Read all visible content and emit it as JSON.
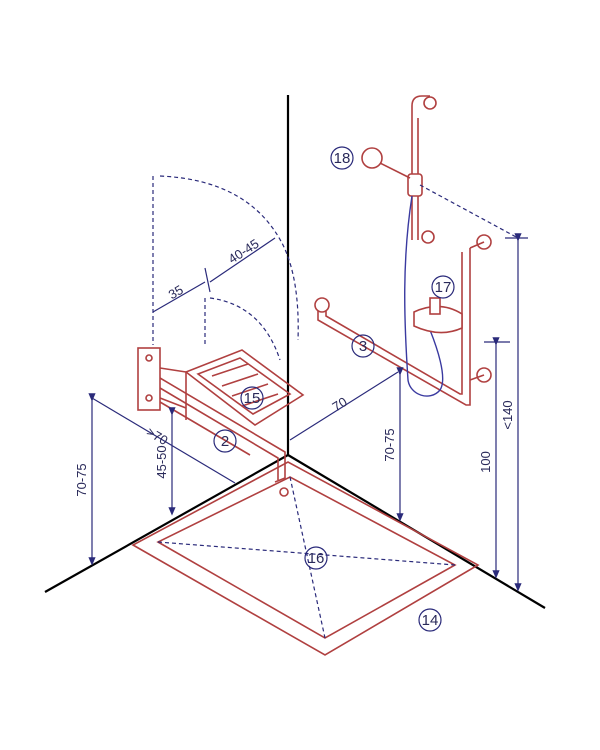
{
  "labels": {
    "seat": "15",
    "grab_bar_fold": "2",
    "grab_bar_wall": "3",
    "tray": "16",
    "floor": "14",
    "mixer": "17",
    "shower_head": "18"
  },
  "dimensions": {
    "seat_height_outer": "70-75",
    "seat_height_inner": "45-50",
    "seat_reach": ">70",
    "seat_width": "35",
    "seat_gap": "40-45",
    "bar_from_corner": "70",
    "bar_height": "70-75",
    "vertical_bar": "100",
    "shower_height": "<140"
  },
  "colors": {
    "walls": "#000000",
    "fixtures": "#b04040",
    "dimension_lines": "#2a2a7a"
  }
}
